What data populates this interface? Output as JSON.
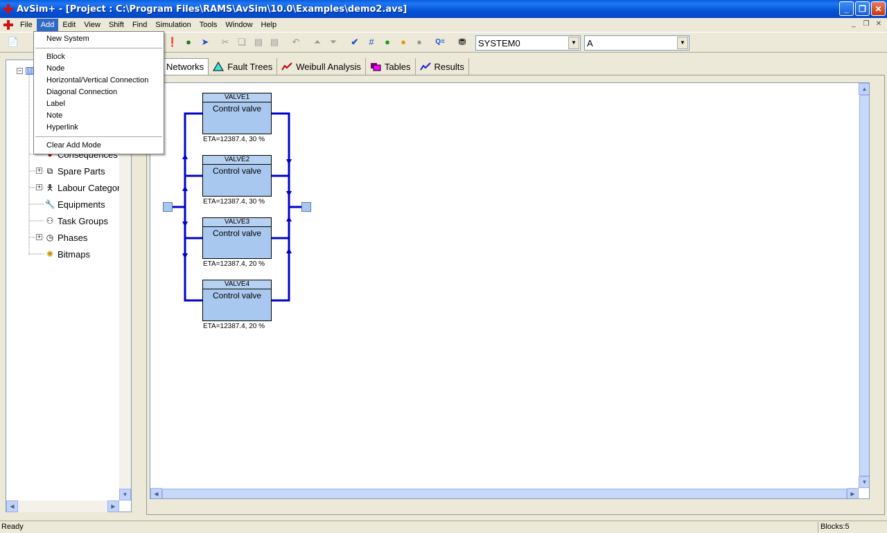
{
  "window": {
    "title": "AvSim+ - [Project : C:\\Program Files\\RAMS\\AvSim\\10.0\\Examples\\demo2.avs]",
    "minimize": "_",
    "maximize": "❐",
    "close": "✕"
  },
  "menubar": {
    "items": [
      "File",
      "Add",
      "Edit",
      "View",
      "Shift",
      "Find",
      "Simulation",
      "Tools",
      "Window",
      "Help"
    ],
    "active": "Add"
  },
  "toolbar": {
    "system_combo": "SYSTEM0",
    "phase_combo": "A"
  },
  "add_menu": {
    "items": [
      "New System",
      "Block",
      "Node",
      "Horizontal/Vertical Connection",
      "Diagonal Connection",
      "Label",
      "Note",
      "Hyperlink",
      "Clear Add Mode"
    ]
  },
  "tree": {
    "items": [
      "Consequences",
      "Spare Parts",
      "Labour Categori",
      "Equipments",
      "Task Groups",
      "Phases",
      "Bitmaps"
    ]
  },
  "tabs": [
    "Networks",
    "Fault Trees",
    "Weibull Analysis",
    "Tables",
    "Results"
  ],
  "diagram": {
    "blocks": [
      {
        "name": "VALVE1",
        "desc": "Control valve",
        "eta": "ETA=12387.4, 30 %"
      },
      {
        "name": "VALVE2",
        "desc": "Control valve",
        "eta": "ETA=12387.4, 30 %"
      },
      {
        "name": "VALVE3",
        "desc": "Control valve",
        "eta": "ETA=12387.4, 20 %"
      },
      {
        "name": "VALVE4",
        "desc": "Control valve",
        "eta": "ETA=12387.4, 20 %"
      }
    ]
  },
  "status": {
    "left": "Ready",
    "right": "Blocks:5"
  },
  "colors": {
    "block_fill": "#a9c8ef",
    "connection": "#0000cc",
    "titlebar": "#0553d8"
  }
}
